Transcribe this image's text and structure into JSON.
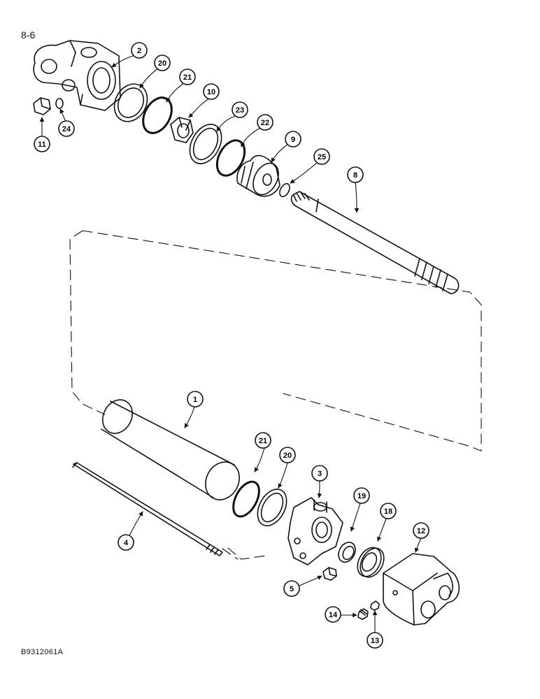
{
  "page_number": "8-6",
  "figure_code": "B9312061A",
  "callouts": {
    "c1": "1",
    "c2": "2",
    "c3": "3",
    "c4": "4",
    "c5": "5",
    "c8": "8",
    "c9": "9",
    "c10": "10",
    "c11": "11",
    "c12": "12",
    "c13": "13",
    "c14": "14",
    "c18": "18",
    "c19": "19",
    "c20a": "20",
    "c20b": "20",
    "c21a": "21",
    "c21b": "21",
    "c22": "22",
    "c23": "23",
    "c24": "24",
    "c25": "25"
  }
}
